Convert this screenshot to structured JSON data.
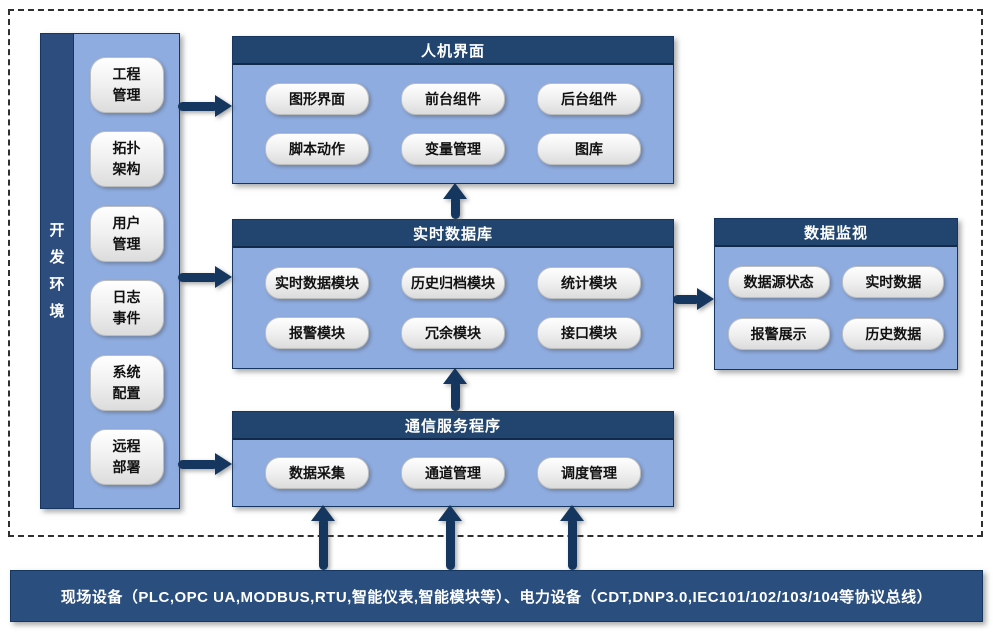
{
  "sidebar": {
    "title": "开发环境",
    "items": [
      "工程\n管理",
      "拓扑\n架构",
      "用户\n管理",
      "日志\n事件",
      "系统\n配置",
      "远程\n部署"
    ]
  },
  "boxes": {
    "hmi": {
      "title": "人机界面",
      "buttons": [
        "图形界面",
        "前台组件",
        "后台组件",
        "脚本动作",
        "变量管理",
        "图库"
      ]
    },
    "rtdb": {
      "title": "实时数据库",
      "buttons": [
        "实时数据模块",
        "历史归档模块",
        "统计模块",
        "报警模块",
        "冗余模块",
        "接口模块"
      ]
    },
    "monitor": {
      "title": "数据监视",
      "buttons": [
        "数据源状态",
        "实时数据",
        "报警展示",
        "历史数据"
      ]
    },
    "comm": {
      "title": "通信服务程序",
      "buttons": [
        "数据采集",
        "通道管理",
        "调度管理"
      ]
    }
  },
  "bus_bar": {
    "text": "现场设备（PLC,OPC UA,MODBUS,RTU,智能仪表,智能模块等）、电力设备（CDT,DNP3.0,IEC101/102/103/104等协议总线）"
  },
  "colors": {
    "header_navy": "#21456e",
    "panel_blue": "#8eace0",
    "strip_navy": "#2c4d7e",
    "bus_navy": "#2a4e7d",
    "arrow_navy": "#15365f",
    "frame_dash": "#2f2f2f"
  }
}
